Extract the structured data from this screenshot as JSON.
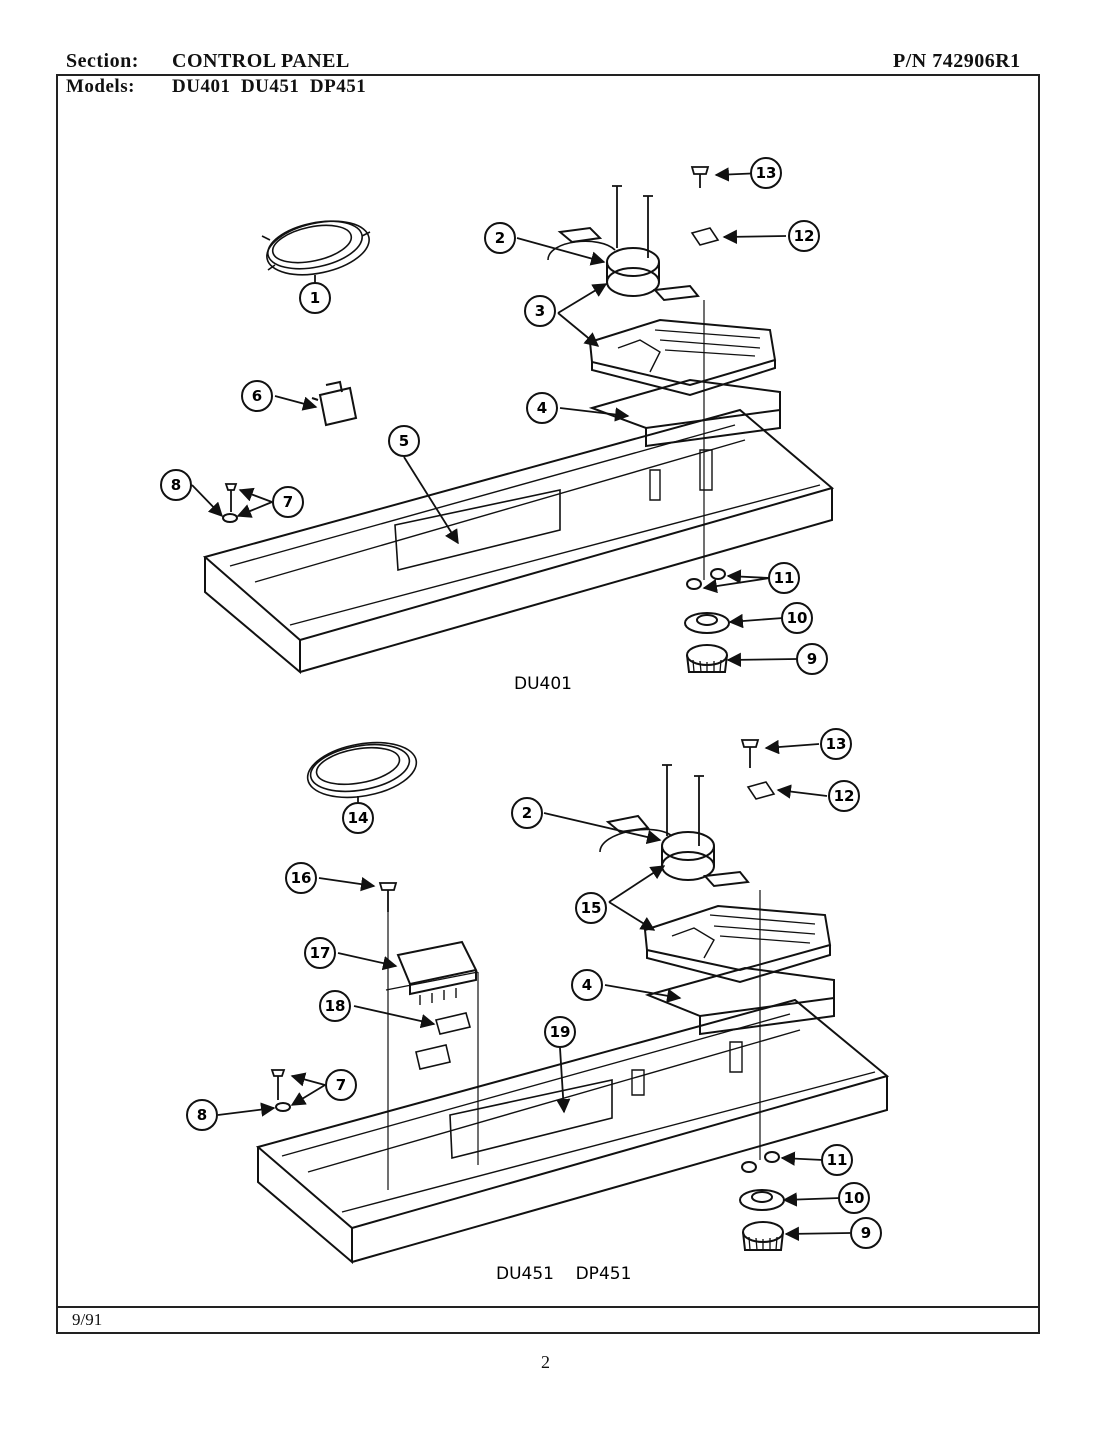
{
  "header": {
    "section_label": "Section:",
    "section_value": "CONTROL PANEL",
    "part_number": "P/N 742906R1",
    "models_label": "Models:",
    "models_value": "DU401  DU451  DP451"
  },
  "diagrams": [
    {
      "caption": "DU401",
      "callouts": [
        "1",
        "2",
        "3",
        "4",
        "5",
        "6",
        "7",
        "8",
        "9",
        "10",
        "11",
        "12",
        "13"
      ]
    },
    {
      "caption": "DU451    DP451",
      "callouts": [
        "2",
        "4",
        "7",
        "8",
        "9",
        "10",
        "11",
        "12",
        "13",
        "14",
        "15",
        "16",
        "17",
        "18",
        "19"
      ]
    }
  ],
  "footer": {
    "date": "9/91",
    "page": "2"
  }
}
